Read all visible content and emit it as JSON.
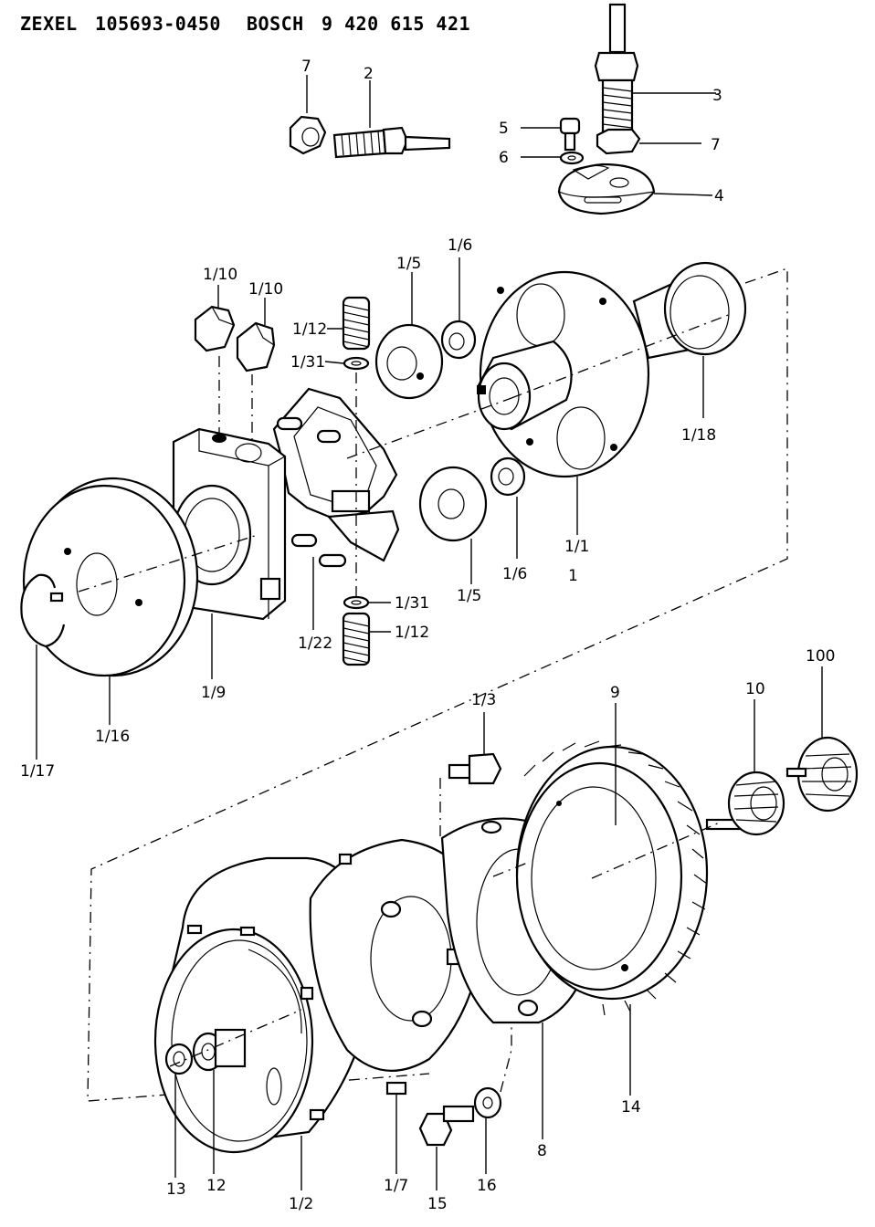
{
  "header": {
    "maker1": "ZEXEL",
    "part1": "105693-0450",
    "maker2": "BOSCH",
    "part2": "9 420 615 421"
  },
  "callouts": {
    "c7a": "7",
    "c2": "2",
    "c3": "3",
    "c5": "5",
    "c7b": "7",
    "c6": "6",
    "c4": "4",
    "c1_10a": "1/10",
    "c1_10b": "1/10",
    "c1_12a": "1/12",
    "c1_31a": "1/31",
    "c1_5a": "1/5",
    "c1_6a": "1/6",
    "c1_18": "1/18",
    "c1_5b": "1/5",
    "c1_6b": "1/6",
    "c1_1": "1/1",
    "c1": "1",
    "c1_31b": "1/31",
    "c1_12b": "1/12",
    "c1_22": "1/22",
    "c1_9": "1/9",
    "c1_16": "1/16",
    "c1_17": "1/17",
    "c1_3": "1/3",
    "c9": "9",
    "c10": "10",
    "c100": "100",
    "c13": "13",
    "c12": "12",
    "c1_2": "1/2",
    "c1_7": "1/7",
    "c15": "15",
    "c16": "16",
    "c8": "8",
    "c14": "14"
  }
}
